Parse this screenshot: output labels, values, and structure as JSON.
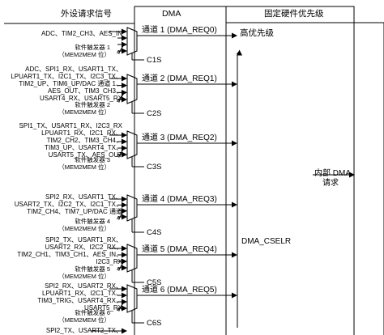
{
  "header": {
    "peripheral_requests": "外设请求信号",
    "dma": "DMA",
    "fixed_priority": "固定硬件优先级",
    "high_priority": "高优先级"
  },
  "channels": [
    {
      "signals": [
        "ADC、TIM2_CH3、AES_IN"
      ],
      "trigger": [
        "软件触发器 1",
        "（MEM2MEM 位）"
      ],
      "label": "通道 1 (DMA_REQ0)",
      "select": "C1S",
      "input_count": "4"
    },
    {
      "signals": [
        "ADC、SPI1_RX、USART1_TX、",
        "LPUART1_TX、I2C1_TX、I2C3_TX、",
        "TIM2_UP、TIM6_UP/DAC 通道 1、",
        "AES_OUT、TIM3_CH3、",
        "USART4_RX、USART5_RX"
      ],
      "trigger": [
        "软件触发器 2",
        "（MEM2MEM 位）"
      ],
      "label": "通道 2 (DMA_REQ1)",
      "select": "C2S",
      "input_count": "4"
    },
    {
      "signals": [
        "SPI1_TX、USART1_RX、I2C3_RX",
        "LPUART1_RX、I2C1_RX、",
        "TIM2_CH2、TIM3_CH4、",
        "TIM3_UP、USART4_TX、",
        "USART5_TX、AES_OUT"
      ],
      "trigger": [
        "软件触发器 3",
        "（MEM2MEM 位）"
      ],
      "label": "通道 3 (DMA_REQ2)",
      "select": "C3S",
      "input_count": "4"
    },
    {
      "signals": [
        "SPI2_RX、USART1_TX、",
        "USART2_TX、I2C2_TX、I2C1_TX、",
        "TIM2_CH4、TIM7_UP/DAC 通道"
      ],
      "trigger": [
        "软件触发器 4",
        "（MEM2MEM 位）"
      ],
      "label": "通道 4 (DMA_REQ3)",
      "select": "C4S",
      "input_count": "4"
    },
    {
      "signals": [
        "SPI2_TX、USART1_RX、",
        "USART2_RX、I2C2_RX、",
        "TIM2_CH1、TIM3_CH1、AES_IN、",
        "I2C3_RX"
      ],
      "trigger": [
        "软件触发器 5",
        "（MEM2MEM 位）"
      ],
      "label": "通道 5 (DMA_REQ4)",
      "select": "C5S",
      "input_count": "4"
    },
    {
      "signals": [
        "SPI2_RX、USART2_RX、",
        "LPUART1_RX、I2C1_TX、",
        "TIM3_TRIG、USART4_RX、",
        "USART5_RX"
      ],
      "trigger": [
        "软件触发器 6",
        "（MEM2MEM 位）"
      ],
      "label": "通道 6 (DMA_REQ5)",
      "select": "C6S",
      "input_count": "4"
    },
    {
      "signals": [
        "SPI2_TX、USART2_TX、"
      ],
      "trigger": [],
      "label": "",
      "select": "",
      "input_count": ""
    }
  ],
  "dma_cselr": "DMA_CSELR",
  "internal_request": [
    "内部 DMA",
    "请求"
  ]
}
